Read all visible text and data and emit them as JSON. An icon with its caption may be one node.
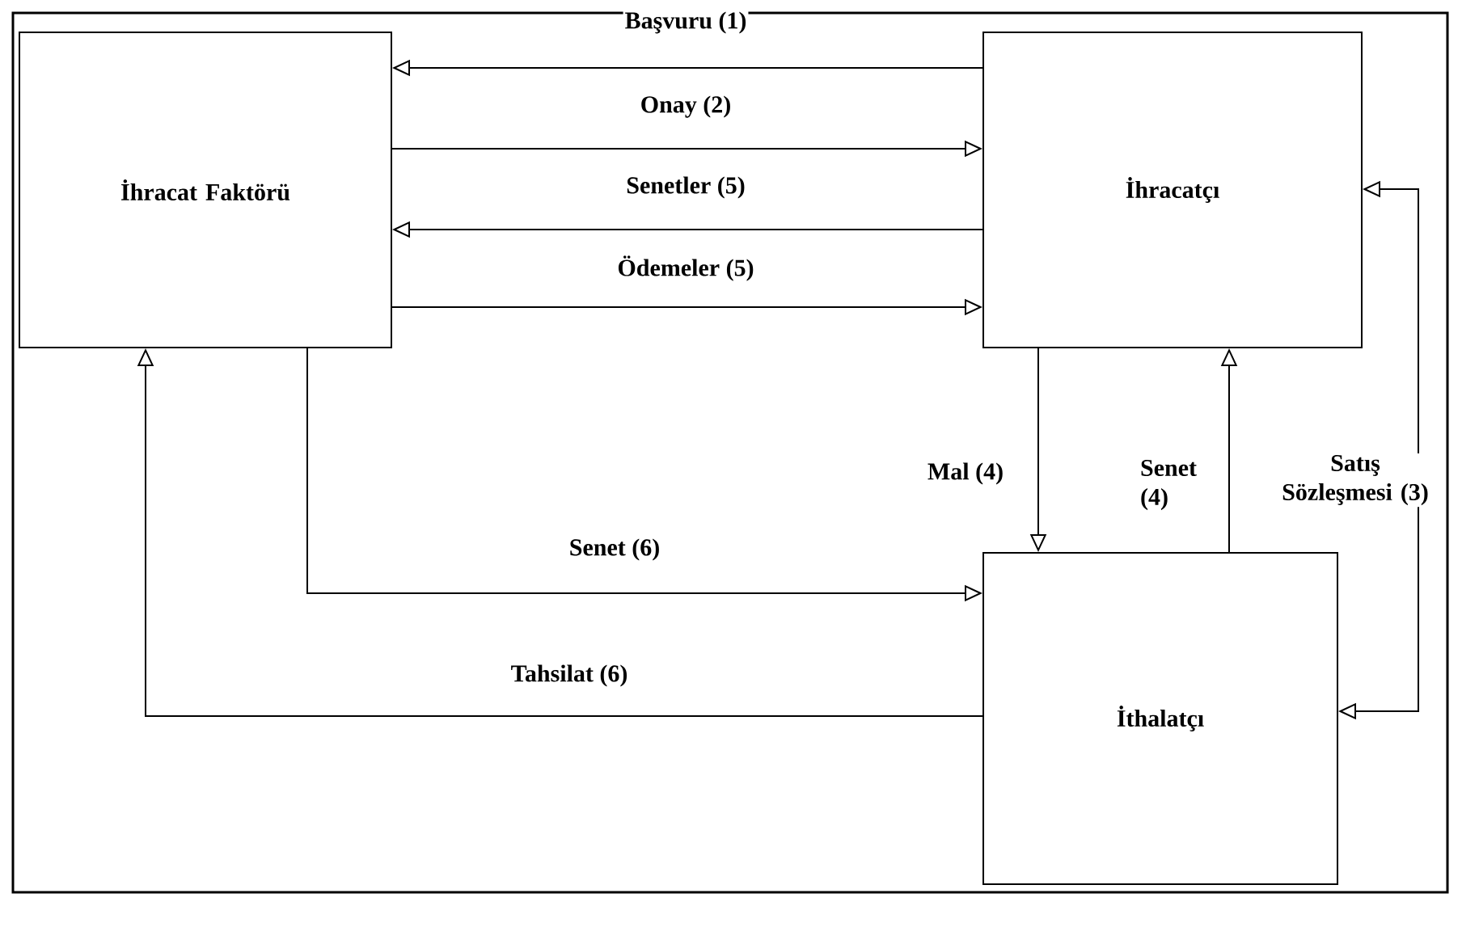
{
  "diagram": {
    "nodes": [
      {
        "text": [
          "İhracat Faktörü"
        ]
      },
      {
        "text": [
          "İhracatçı"
        ]
      },
      {
        "text": [
          "İthalatçı"
        ]
      }
    ],
    "edges": [
      {
        "from": 1,
        "to": 0,
        "arrow": "to",
        "label": "Başvuru (1)"
      },
      {
        "from": 0,
        "to": 1,
        "arrow": "to",
        "label": "Onay  (2)"
      },
      {
        "from": 1,
        "to": 0,
        "arrow": "to",
        "label": "Senetler (5)"
      },
      {
        "from": 0,
        "to": 1,
        "arrow": "to",
        "label": "Ödemeler (5)"
      },
      {
        "from": 1,
        "to": 2,
        "arrow": "to",
        "label": "Mal  (4)"
      },
      {
        "from": 2,
        "to": 1,
        "arrow": "to",
        "label": "Senet (4)"
      },
      {
        "from": 1,
        "to": 2,
        "arrow": "both",
        "label": "Satış Sözleşmesi (3)"
      },
      {
        "from": 0,
        "to": 2,
        "arrow": "to",
        "label": "Senet (6)"
      },
      {
        "from": 2,
        "to": 0,
        "arrow": "to",
        "label": "Tahsilat (6)"
      }
    ]
  }
}
